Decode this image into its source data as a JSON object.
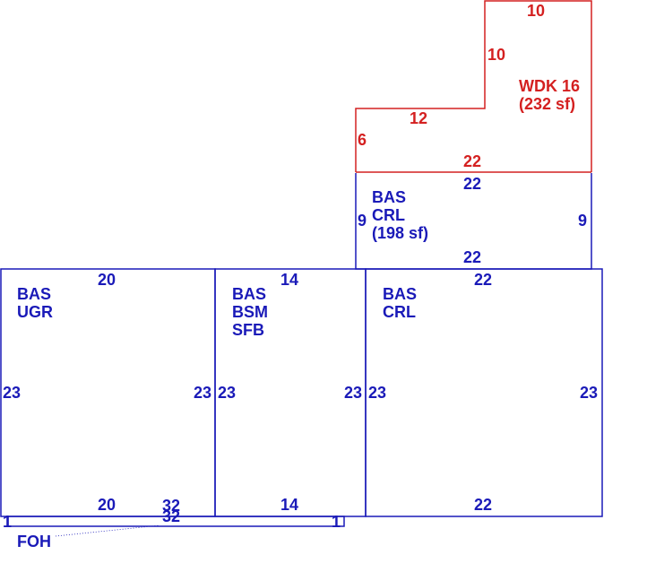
{
  "colors": {
    "blue": "#1a1ab8",
    "red": "#d42020"
  },
  "wdk": {
    "name_line1": "WDK 16",
    "name_line2": "(232 sf)",
    "dim_top": "10",
    "dim_inner_vertical": "10",
    "dim_step_top": "12",
    "dim_left": "6",
    "dim_bottom": "22"
  },
  "crl_upper": {
    "line1": "BAS",
    "line2": "CRL",
    "line3": "(198 sf)",
    "dim_top": "22",
    "dim_left": "9",
    "dim_right": "9",
    "dim_bottom": "22"
  },
  "ugr": {
    "line1": "BAS",
    "line2": "UGR",
    "dim_top": "20",
    "dim_left": "23",
    "dim_right": "23",
    "dim_bottom": "20"
  },
  "bsm": {
    "line1": "BAS",
    "line2": "BSM",
    "line3": "SFB",
    "dim_top": "14",
    "dim_left": "23",
    "dim_right": "23",
    "dim_bottom": "14"
  },
  "crl_lower": {
    "line1": "BAS",
    "line2": "CRL",
    "dim_top": "22",
    "dim_left": "23",
    "dim_right": "23",
    "dim_bottom": "22"
  },
  "foh": {
    "name": "FOH",
    "dim_top": "32",
    "dim_bottom": "32",
    "dim_left": "1",
    "dim_right": "1"
  }
}
